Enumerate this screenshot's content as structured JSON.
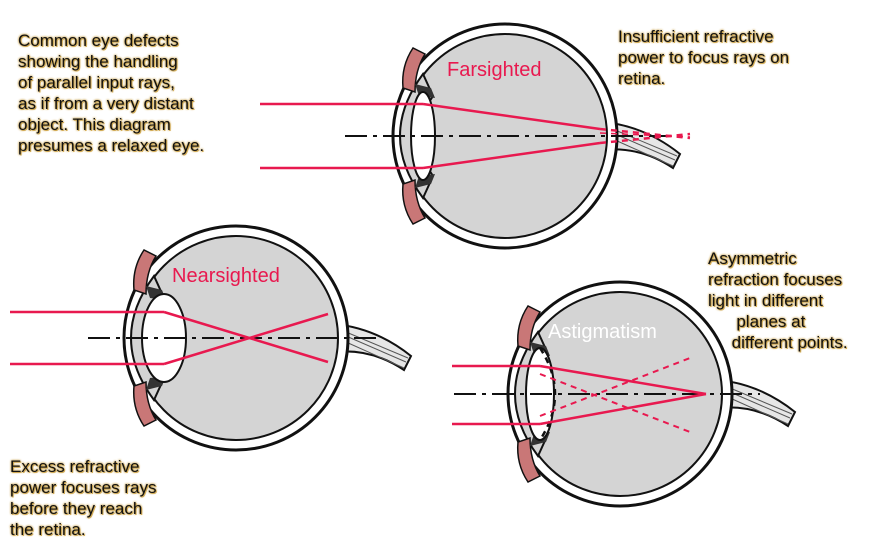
{
  "notes": {
    "intro": "Common eye defects\nshowing the handling\nof parallel input rays,\nas if from a very distant\nobject. This diagram\npresumes a relaxed eye.",
    "farsighted": "Insufficient refractive\npower to focus rays on\nretina.",
    "astigmatism": "Asymmetric\nrefraction focuses\nlight in different\n      planes at\n     different points.",
    "nearsighted": "Excess refractive\npower focuses rays\nbefore they reach\nthe retina."
  },
  "eyes": {
    "farsighted": {
      "label": "Farsighted"
    },
    "nearsighted": {
      "label": "Nearsighted"
    },
    "astigmatism": {
      "label": "Astigmatism"
    }
  },
  "colors": {
    "ray": "#e8194f",
    "eyeball_fill": "#d4d4d4",
    "outline": "#111111",
    "iris": "#c97777",
    "text_glow": "#c8a14a"
  }
}
